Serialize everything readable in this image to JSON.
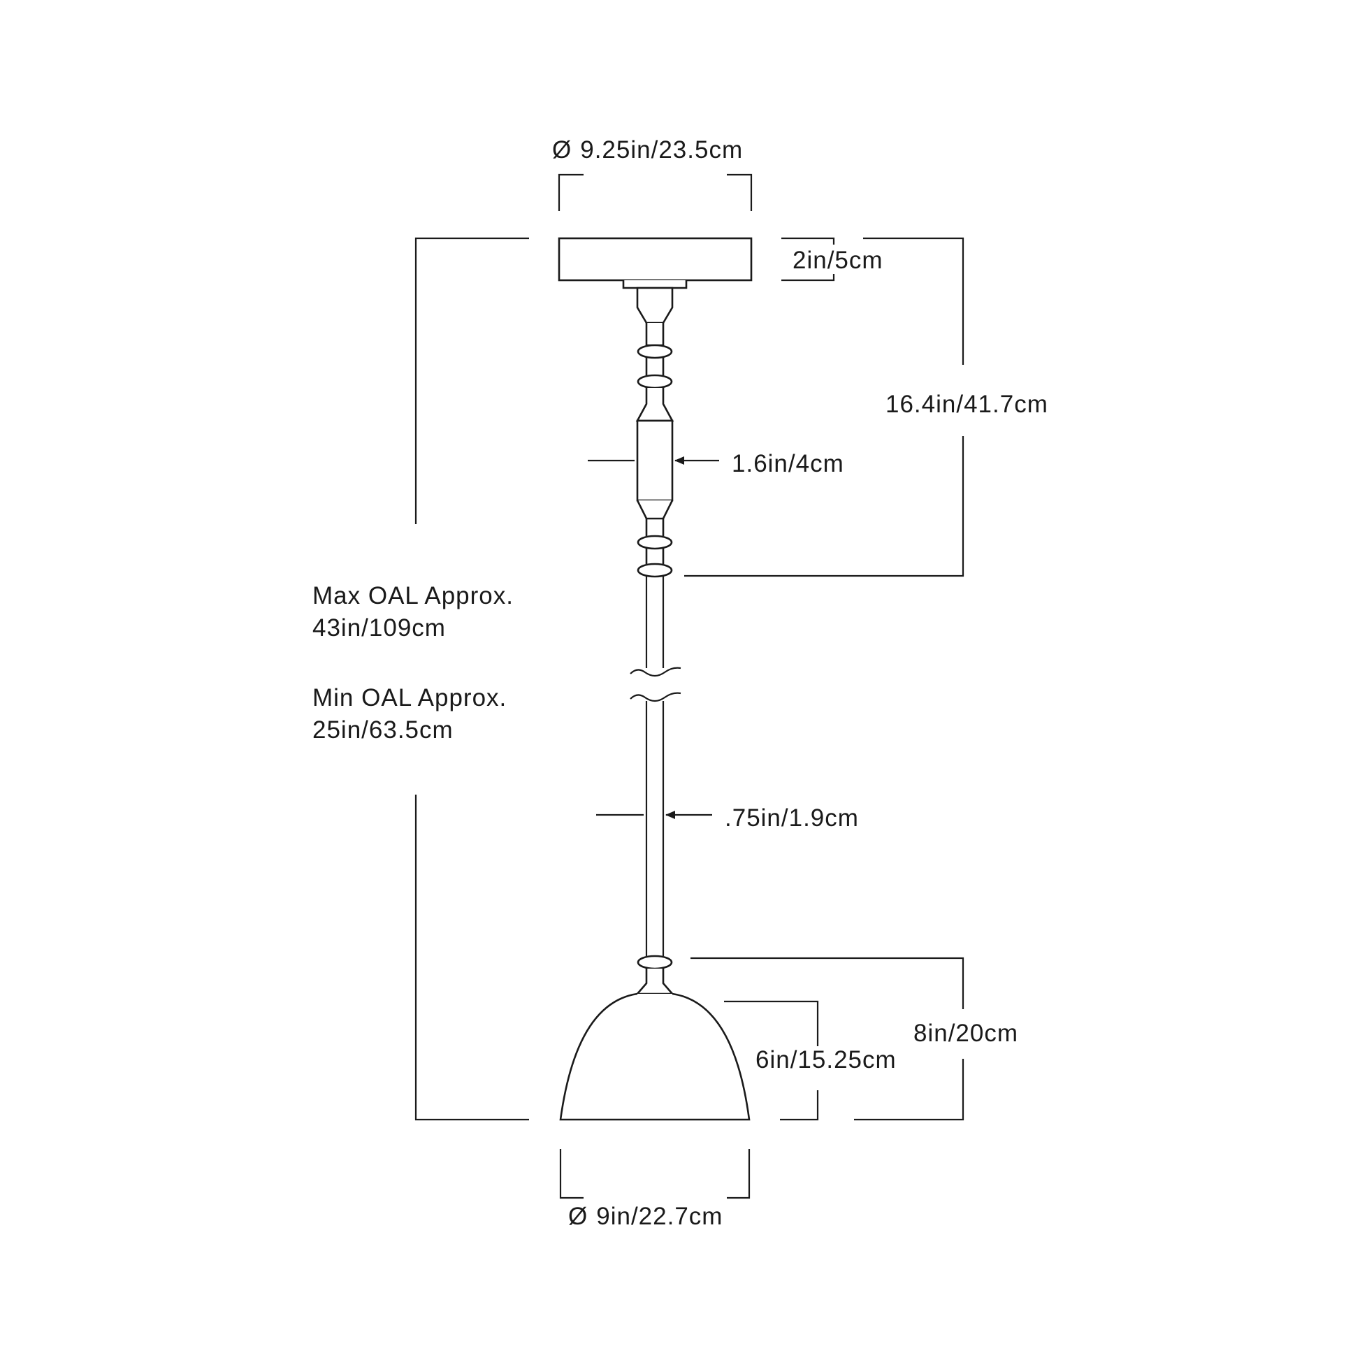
{
  "dimensions": {
    "canopy_diameter": "9.25in/23.5cm",
    "canopy_height": "2in/5cm",
    "stem_upper_length": "16.4in/41.7cm",
    "stem_wide_width": "1.6in/4cm",
    "stem_narrow_width": ".75in/1.9cm",
    "shade_height": "6in/15.25cm",
    "shade_assembly_height": "8in/20cm",
    "shade_diameter": "9in/22.7cm"
  },
  "overall_length": {
    "max_label": "Max OAL Approx.",
    "max_value": "43in/109cm",
    "min_label": "Min OAL Approx.",
    "min_value": "25in/63.5cm"
  },
  "symbols": {
    "diameter": "Ø"
  }
}
